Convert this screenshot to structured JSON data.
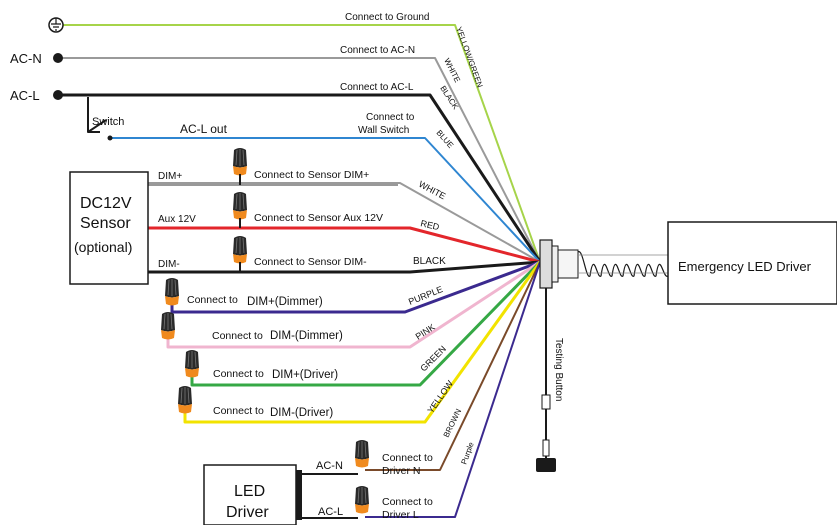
{
  "terminals": {
    "ground_symbol": "ground-icon",
    "ac_n": "AC-N",
    "ac_l": "AC-L"
  },
  "connections": {
    "ground": "Connect to Ground",
    "ac_n": "Connect to AC-N",
    "ac_l": "Connect to AC-L",
    "wall_switch_line1": "Connect to",
    "wall_switch_line2": "Wall Switch",
    "switch": "Switch",
    "acl_out": "AC-L out"
  },
  "wire_colors_top": {
    "yellow_green": "YELLOW/GREEN",
    "white": "WHITE",
    "black": "BLACK",
    "blue": "BLUE"
  },
  "sensor": {
    "line1": "DC12V",
    "line2": "Sensor",
    "line3": "(optional)",
    "dim_plus": "DIM+",
    "aux": "Aux 12V",
    "dim_minus": "DIM-",
    "conn_dim_plus": "Connect to Sensor DIM+",
    "conn_aux": "Connect to Sensor Aux 12V",
    "conn_dim_minus": "Connect to Sensor DIM-",
    "wire_white": "WHITE",
    "wire_red": "RED",
    "wire_black": "BLACK"
  },
  "dimmer": {
    "conn_dim_plus_a": "Connect to",
    "conn_dim_plus_b": "DIM+(Dimmer)",
    "conn_dim_minus_a": "Connect to",
    "conn_dim_minus_b": "DIM-(Dimmer)",
    "wire_purple": "PURPLE",
    "wire_pink": "PINK"
  },
  "driver_dim": {
    "conn_dim_plus_a": "Connect to",
    "conn_dim_plus_b": "DIM+(Driver)",
    "conn_dim_minus_a": "Connect to",
    "conn_dim_minus_b": "DIM-(Driver)",
    "wire_green": "GREEN",
    "wire_yellow": "YELLOW"
  },
  "led_driver": {
    "line1": "LED",
    "line2": "Driver",
    "ac_n": "AC-N",
    "ac_l": "AC-L",
    "conn_n_1": "Connect to",
    "conn_n_2": "Driver N",
    "conn_l_1": "Connect to",
    "conn_l_2": "Driver L",
    "wire_brown": "BROWN",
    "wire_purple": "Purple"
  },
  "emergency": {
    "label": "Emergency LED Driver",
    "testing_button": "Testing Button"
  },
  "colors": {
    "yellow_green": "#a6d44a",
    "white_wire": "#9a9a9a",
    "black_wire": "#1a1a1a",
    "blue": "#2f86d1",
    "red": "#e3262b",
    "purple": "#3b2a8f",
    "pink": "#f0b5cf",
    "green": "#35a845",
    "yellow": "#f2e300",
    "brown": "#7a4a2a",
    "wirenut_orange": "#f08a1e"
  }
}
